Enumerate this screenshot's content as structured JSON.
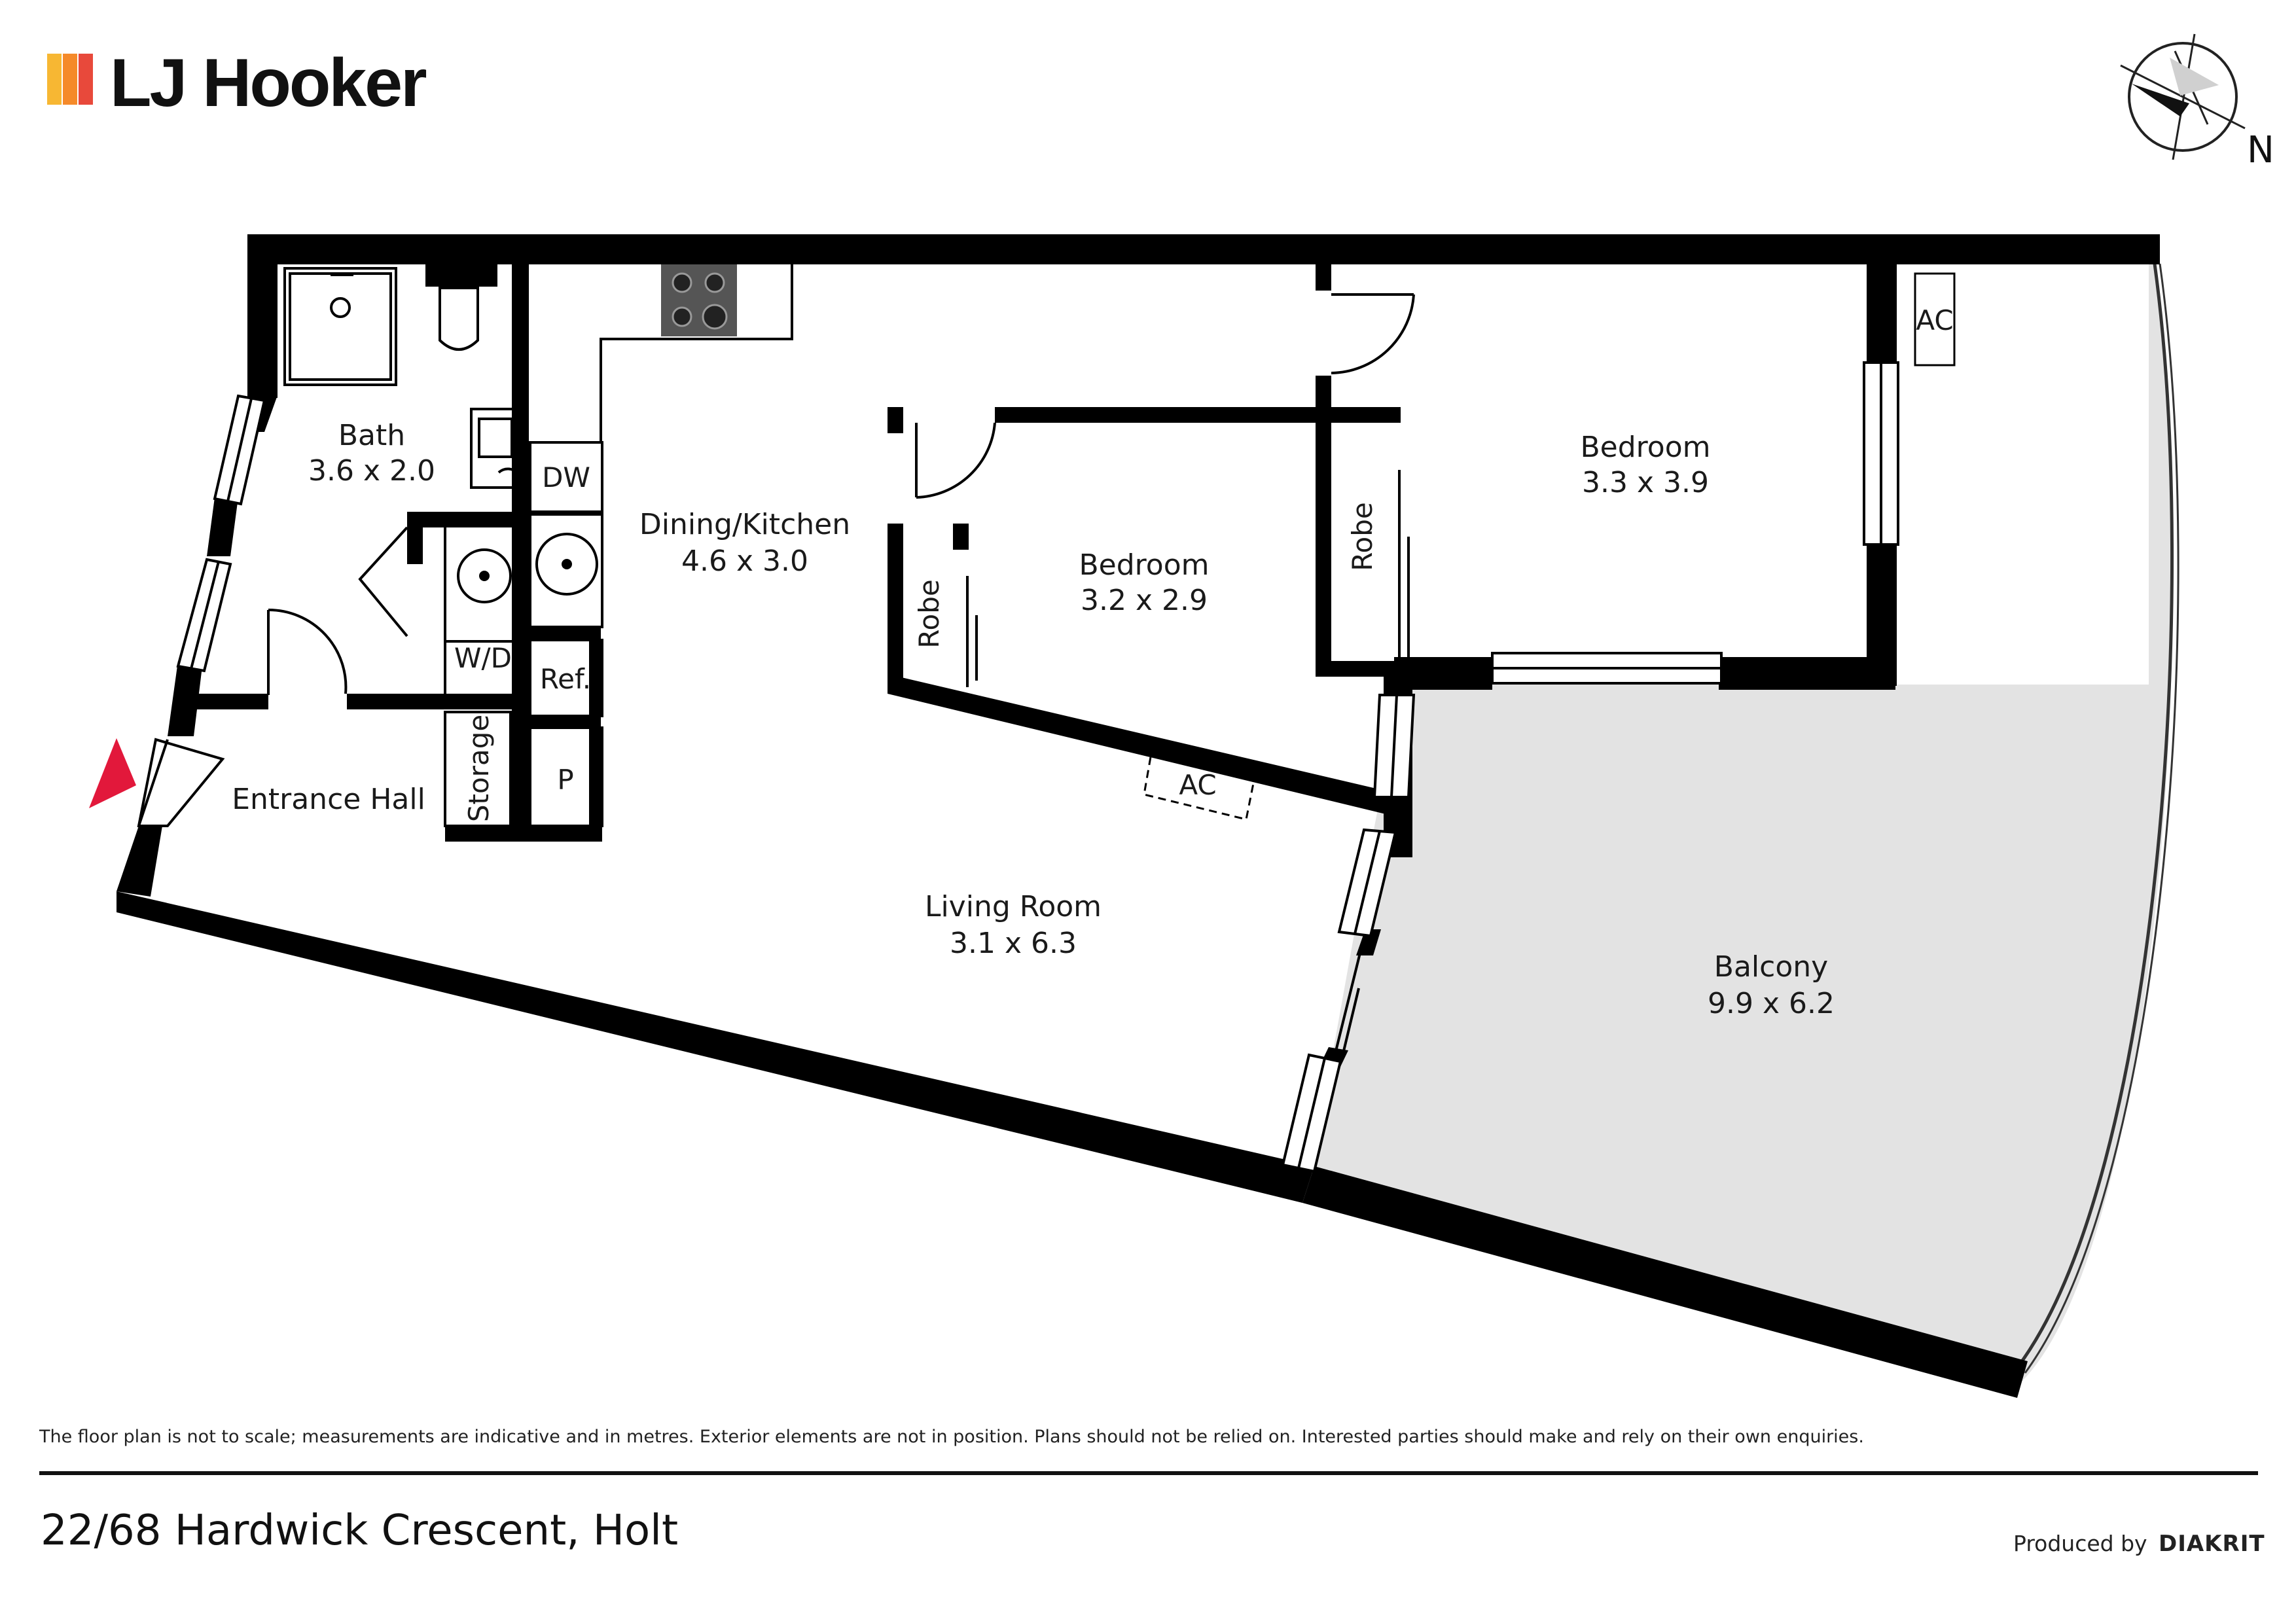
{
  "brand": {
    "name": "LJ Hooker",
    "accent_colors": [
      "#f7b733",
      "#f58a2a",
      "#e8493b"
    ]
  },
  "compass": {
    "label": "N"
  },
  "rooms": {
    "bath": {
      "name": "Bath",
      "size": "3.6 x 2.0"
    },
    "dining": {
      "name": "Dining/Kitchen",
      "size": "4.6 x 3.0"
    },
    "bedroom1": {
      "name": "Bedroom",
      "size": "3.2 x 2.9"
    },
    "bedroom2": {
      "name": "Bedroom",
      "size": "3.3 x 3.9"
    },
    "entrance": {
      "name": "Entrance Hall"
    },
    "living": {
      "name": "Living Room",
      "size": "3.1 x 6.3"
    },
    "balcony": {
      "name": "Balcony",
      "size": "9.9 x 6.2"
    }
  },
  "fixtures": {
    "dw": "DW",
    "wd": "W/D",
    "ref": "Ref.",
    "pantry": "P",
    "storage": "Storage",
    "robe1": "Robe",
    "robe2": "Robe",
    "ac_living": "AC",
    "ac_balcony": "AC"
  },
  "colors": {
    "wall": "#000000",
    "balcony_fill": "#e3e3e3",
    "entry_marker": "#e2183b"
  },
  "footer": {
    "disclaimer": "The floor plan is not to scale; measurements are indicative and in metres. Exterior elements are not in position. Plans should not be relied on. Interested parties should make and rely on their own enquiries.",
    "address": "22/68 Hardwick Crescent, Holt",
    "produced_by": "Produced by",
    "producer": "DIAKRIT"
  }
}
